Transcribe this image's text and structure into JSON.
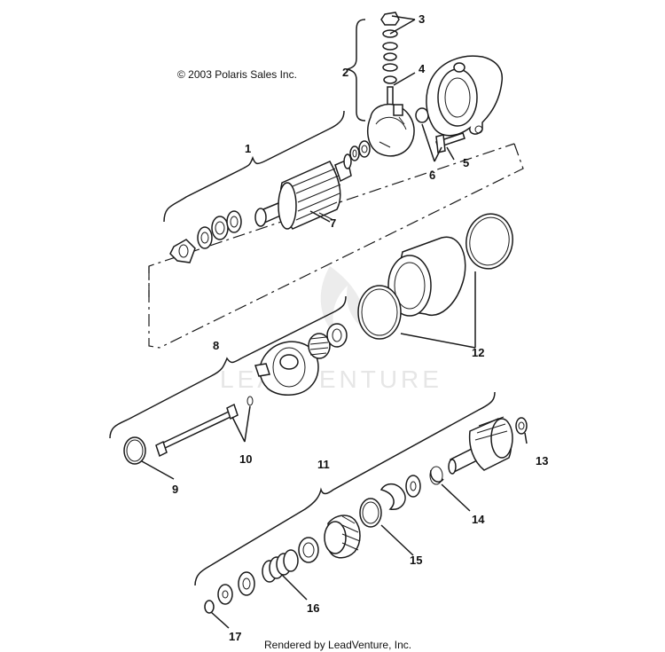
{
  "copyright": "© 2003 Polaris Sales Inc.",
  "watermark": "LEADVENTURE",
  "footer": "Rendered by LeadVenture, Inc.",
  "callouts": {
    "c1": "1",
    "c2": "2",
    "c3": "3",
    "c4": "4",
    "c5": "5",
    "c6": "6",
    "c7": "7",
    "c8": "8",
    "c9": "9",
    "c10": "10",
    "c11": "11",
    "c12": "12",
    "c13": "13",
    "c14": "14",
    "c15": "15",
    "c16": "16",
    "c17": "17"
  }
}
